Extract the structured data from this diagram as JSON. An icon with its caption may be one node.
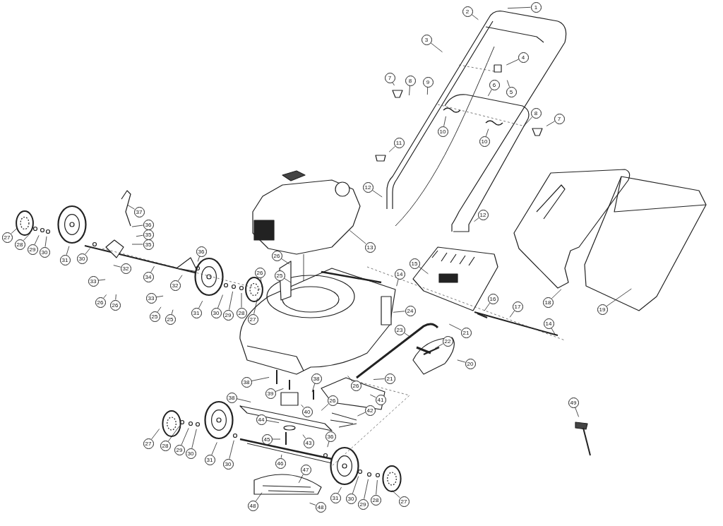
{
  "diagram": {
    "nodes": [
      {
        "text": [
          "1"
        ]
      },
      {
        "text": [
          "2"
        ]
      },
      {
        "text": [
          "3"
        ]
      },
      {
        "text": [
          "4"
        ]
      },
      {
        "text": [
          "5"
        ]
      },
      {
        "text": [
          "6"
        ]
      },
      {
        "text": [
          "7"
        ]
      },
      {
        "text": [
          "8"
        ]
      },
      {
        "text": [
          "9"
        ]
      },
      {
        "text": [
          "10"
        ]
      },
      {
        "text": [
          "10"
        ]
      },
      {
        "text": [
          "8"
        ]
      },
      {
        "text": [
          "7"
        ]
      },
      {
        "text": [
          "11"
        ]
      },
      {
        "text": [
          "12"
        ]
      },
      {
        "text": [
          "12"
        ]
      },
      {
        "text": [
          "13"
        ]
      },
      {
        "text": [
          "14"
        ]
      },
      {
        "text": [
          "15"
        ]
      },
      {
        "text": [
          "18"
        ]
      },
      {
        "text": [
          "19"
        ]
      },
      {
        "text": [
          "16"
        ]
      },
      {
        "text": [
          "17"
        ]
      },
      {
        "text": [
          "14"
        ]
      },
      {
        "text": [
          "24"
        ]
      },
      {
        "text": [
          "21"
        ]
      },
      {
        "text": [
          "23"
        ]
      },
      {
        "text": [
          "22"
        ]
      },
      {
        "text": [
          "20"
        ]
      },
      {
        "text": [
          "37"
        ]
      },
      {
        "text": [
          "36"
        ]
      },
      {
        "text": [
          "35"
        ]
      },
      {
        "text": [
          "35"
        ]
      },
      {
        "text": [
          "27"
        ]
      },
      {
        "text": [
          "28"
        ]
      },
      {
        "text": [
          "29"
        ]
      },
      {
        "text": [
          "30"
        ]
      },
      {
        "text": [
          "31"
        ]
      },
      {
        "text": [
          "30"
        ]
      },
      {
        "text": [
          "34"
        ]
      },
      {
        "text": [
          "32"
        ]
      },
      {
        "text": [
          "33"
        ]
      },
      {
        "text": [
          "26"
        ]
      },
      {
        "text": [
          "26"
        ]
      },
      {
        "text": [
          "36"
        ]
      },
      {
        "text": [
          "32"
        ]
      },
      {
        "text": [
          "33"
        ]
      },
      {
        "text": [
          "25"
        ]
      },
      {
        "text": [
          "25"
        ]
      },
      {
        "text": [
          "31"
        ]
      },
      {
        "text": [
          "30"
        ]
      },
      {
        "text": [
          "29"
        ]
      },
      {
        "text": [
          "28"
        ]
      },
      {
        "text": [
          "27"
        ]
      },
      {
        "text": [
          "26"
        ]
      },
      {
        "text": [
          "26"
        ]
      },
      {
        "text": [
          "25"
        ]
      },
      {
        "text": [
          "26"
        ]
      },
      {
        "text": [
          "21"
        ]
      },
      {
        "text": [
          "38"
        ]
      },
      {
        "text": [
          "39"
        ]
      },
      {
        "text": [
          "38"
        ]
      },
      {
        "text": [
          "38"
        ]
      },
      {
        "text": [
          "40"
        ]
      },
      {
        "text": [
          "41"
        ]
      },
      {
        "text": [
          "26"
        ]
      },
      {
        "text": [
          "42"
        ]
      },
      {
        "text": [
          "44"
        ]
      },
      {
        "text": [
          "43"
        ]
      },
      {
        "text": [
          "45"
        ]
      },
      {
        "text": [
          "46"
        ]
      },
      {
        "text": [
          "36"
        ]
      },
      {
        "text": [
          "27"
        ]
      },
      {
        "text": [
          "28"
        ]
      },
      {
        "text": [
          "29"
        ]
      },
      {
        "text": [
          "30"
        ]
      },
      {
        "text": [
          "31"
        ]
      },
      {
        "text": [
          "30"
        ]
      },
      {
        "text": [
          "47"
        ]
      },
      {
        "text": [
          "48"
        ]
      },
      {
        "text": [
          "48"
        ]
      },
      {
        "text": [
          "31"
        ]
      },
      {
        "text": [
          "30"
        ]
      },
      {
        "text": [
          "29"
        ]
      },
      {
        "text": [
          "28"
        ]
      },
      {
        "text": [
          "27"
        ]
      },
      {
        "text": [
          "49"
        ]
      }
    ],
    "edges": [
      {
        "from": 0,
        "to": null,
        "arrow": "none"
      },
      {
        "from": 1,
        "to": null,
        "arrow": "none"
      },
      {
        "from": 2,
        "to": null,
        "arrow": "none"
      },
      {
        "from": 3,
        "to": null,
        "arrow": "none"
      },
      {
        "from": 4,
        "to": null,
        "arrow": "none"
      },
      {
        "from": 5,
        "to": null,
        "arrow": "none"
      },
      {
        "from": 6,
        "to": null,
        "arrow": "none"
      },
      {
        "from": 7,
        "to": null,
        "arrow": "none"
      },
      {
        "from": 8,
        "to": null,
        "arrow": "none"
      },
      {
        "from": 9,
        "to": null,
        "arrow": "none"
      },
      {
        "from": 10,
        "to": null,
        "arrow": "none"
      },
      {
        "from": 11,
        "to": null,
        "arrow": "none"
      },
      {
        "from": 12,
        "to": null,
        "arrow": "none"
      },
      {
        "from": 13,
        "to": null,
        "arrow": "none"
      },
      {
        "from": 14,
        "to": null,
        "arrow": "none"
      },
      {
        "from": 15,
        "to": null,
        "arrow": "none"
      },
      {
        "from": 16,
        "to": null,
        "arrow": "none"
      },
      {
        "from": 17,
        "to": null,
        "arrow": "none"
      },
      {
        "from": 18,
        "to": null,
        "arrow": "none"
      },
      {
        "from": 19,
        "to": null,
        "arrow": "none"
      },
      {
        "from": 20,
        "to": null,
        "arrow": "none"
      },
      {
        "from": 21,
        "to": null,
        "arrow": "none"
      },
      {
        "from": 22,
        "to": null,
        "arrow": "none"
      },
      {
        "from": 23,
        "to": null,
        "arrow": "none"
      },
      {
        "from": 24,
        "to": null,
        "arrow": "none"
      },
      {
        "from": 25,
        "to": null,
        "arrow": "none"
      },
      {
        "from": 26,
        "to": null,
        "arrow": "none"
      },
      {
        "from": 27,
        "to": null,
        "arrow": "none"
      },
      {
        "from": 28,
        "to": null,
        "arrow": "none"
      },
      {
        "from": 29,
        "to": null,
        "arrow": "none"
      },
      {
        "from": 30,
        "to": null,
        "arrow": "none"
      },
      {
        "from": 31,
        "to": null,
        "arrow": "none"
      },
      {
        "from": 32,
        "to": null,
        "arrow": "none"
      },
      {
        "from": 33,
        "to": null,
        "arrow": "none"
      },
      {
        "from": 34,
        "to": null,
        "arrow": "none"
      },
      {
        "from": 35,
        "to": null,
        "arrow": "none"
      },
      {
        "from": 36,
        "to": null,
        "arrow": "none"
      },
      {
        "from": 37,
        "to": null,
        "arrow": "none"
      },
      {
        "from": 38,
        "to": null,
        "arrow": "none"
      },
      {
        "from": 39,
        "to": null,
        "arrow": "none"
      },
      {
        "from": 40,
        "to": null,
        "arrow": "none"
      },
      {
        "from": 41,
        "to": null,
        "arrow": "none"
      },
      {
        "from": 42,
        "to": null,
        "arrow": "none"
      },
      {
        "from": 43,
        "to": null,
        "arrow": "none"
      },
      {
        "from": 44,
        "to": null,
        "arrow": "none"
      },
      {
        "from": 45,
        "to": null,
        "arrow": "none"
      },
      {
        "from": 46,
        "to": null,
        "arrow": "none"
      },
      {
        "from": 47,
        "to": null,
        "arrow": "none"
      },
      {
        "from": 48,
        "to": null,
        "arrow": "none"
      },
      {
        "from": 49,
        "to": null,
        "arrow": "none"
      },
      {
        "from": 50,
        "to": null,
        "arrow": "none"
      },
      {
        "from": 51,
        "to": null,
        "arrow": "none"
      },
      {
        "from": 52,
        "to": null,
        "arrow": "none"
      },
      {
        "from": 53,
        "to": null,
        "arrow": "none"
      },
      {
        "from": 54,
        "to": null,
        "arrow": "none"
      },
      {
        "from": 55,
        "to": null,
        "arrow": "none"
      },
      {
        "from": 56,
        "to": null,
        "arrow": "none"
      },
      {
        "from": 57,
        "to": null,
        "arrow": "none"
      },
      {
        "from": 58,
        "to": null,
        "arrow": "none"
      },
      {
        "from": 59,
        "to": null,
        "arrow": "none"
      },
      {
        "from": 60,
        "to": null,
        "arrow": "none"
      },
      {
        "from": 61,
        "to": null,
        "arrow": "none"
      },
      {
        "from": 62,
        "to": null,
        "arrow": "none"
      },
      {
        "from": 63,
        "to": null,
        "arrow": "none"
      },
      {
        "from": 64,
        "to": null,
        "arrow": "none"
      },
      {
        "from": 65,
        "to": null,
        "arrow": "none"
      },
      {
        "from": 66,
        "to": null,
        "arrow": "none"
      },
      {
        "from": 67,
        "to": null,
        "arrow": "none"
      },
      {
        "from": 68,
        "to": null,
        "arrow": "none"
      },
      {
        "from": 69,
        "to": null,
        "arrow": "none"
      },
      {
        "from": 70,
        "to": null,
        "arrow": "none"
      },
      {
        "from": 71,
        "to": null,
        "arrow": "none"
      },
      {
        "from": 72,
        "to": null,
        "arrow": "none"
      },
      {
        "from": 73,
        "to": null,
        "arrow": "none"
      },
      {
        "from": 74,
        "to": null,
        "arrow": "none"
      },
      {
        "from": 75,
        "to": null,
        "arrow": "none"
      },
      {
        "from": 76,
        "to": null,
        "arrow": "none"
      },
      {
        "from": 77,
        "to": null,
        "arrow": "none"
      },
      {
        "from": 78,
        "to": null,
        "arrow": "none"
      },
      {
        "from": 79,
        "to": null,
        "arrow": "none"
      },
      {
        "from": 80,
        "to": null,
        "arrow": "none"
      },
      {
        "from": 81,
        "to": null,
        "arrow": "none"
      },
      {
        "from": 82,
        "to": null,
        "arrow": "none"
      },
      {
        "from": 83,
        "to": null,
        "arrow": "none"
      },
      {
        "from": 84,
        "to": null,
        "arrow": "none"
      },
      {
        "from": 85,
        "to": null,
        "arrow": "none"
      },
      {
        "from": 86,
        "to": null,
        "arrow": "none"
      }
    ]
  }
}
